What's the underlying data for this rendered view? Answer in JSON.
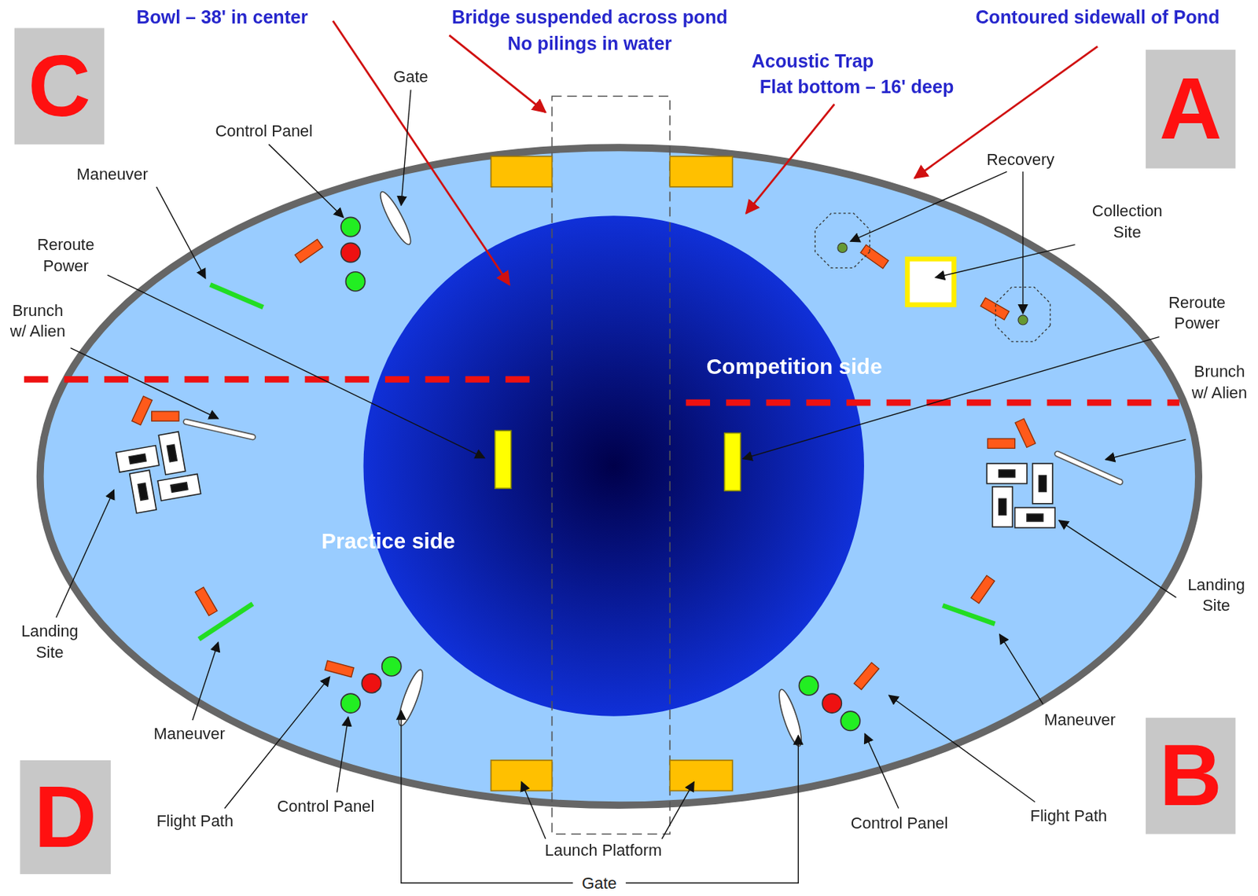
{
  "diagram": {
    "nodes": [
      {
        "text": [
          "C"
        ]
      },
      {
        "text": [
          "A"
        ]
      },
      {
        "text": [
          "D"
        ]
      },
      {
        "text": [
          "B"
        ]
      }
    ],
    "labels": [
      "Bowl – 38' in center",
      "Bridge suspended across pond",
      "No pilings in water",
      "Acoustic Trap",
      "Flat bottom – 16' deep",
      "Contoured sidewall of Pond",
      "Gate",
      "Control Panel",
      "Maneuver",
      "Recovery",
      "Collection Site",
      "Reroute Power",
      "Reroute Power",
      "Competition side",
      "Brunch w/ Alien",
      "Brunch w/ Alien",
      "Practice side",
      "Landing Site",
      "Landing Site",
      "Maneuver",
      "Maneuver",
      "Control Panel",
      "Flight Path",
      "Flight Path",
      "Control Panel",
      "Launch Platform",
      "Gate"
    ]
  }
}
